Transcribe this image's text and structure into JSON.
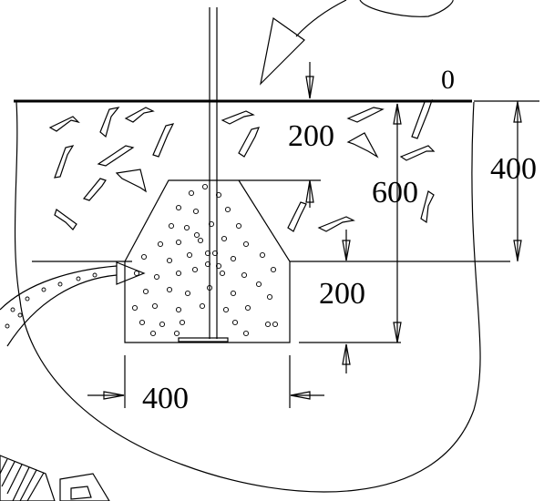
{
  "labels": {
    "ground_level": "0",
    "upper_depth": "200",
    "total_depth": "600",
    "right_depth": "400",
    "lower_depth": "200",
    "base_width": "400"
  },
  "colors": {
    "ink": "#000000",
    "background": "#ffffff"
  }
}
